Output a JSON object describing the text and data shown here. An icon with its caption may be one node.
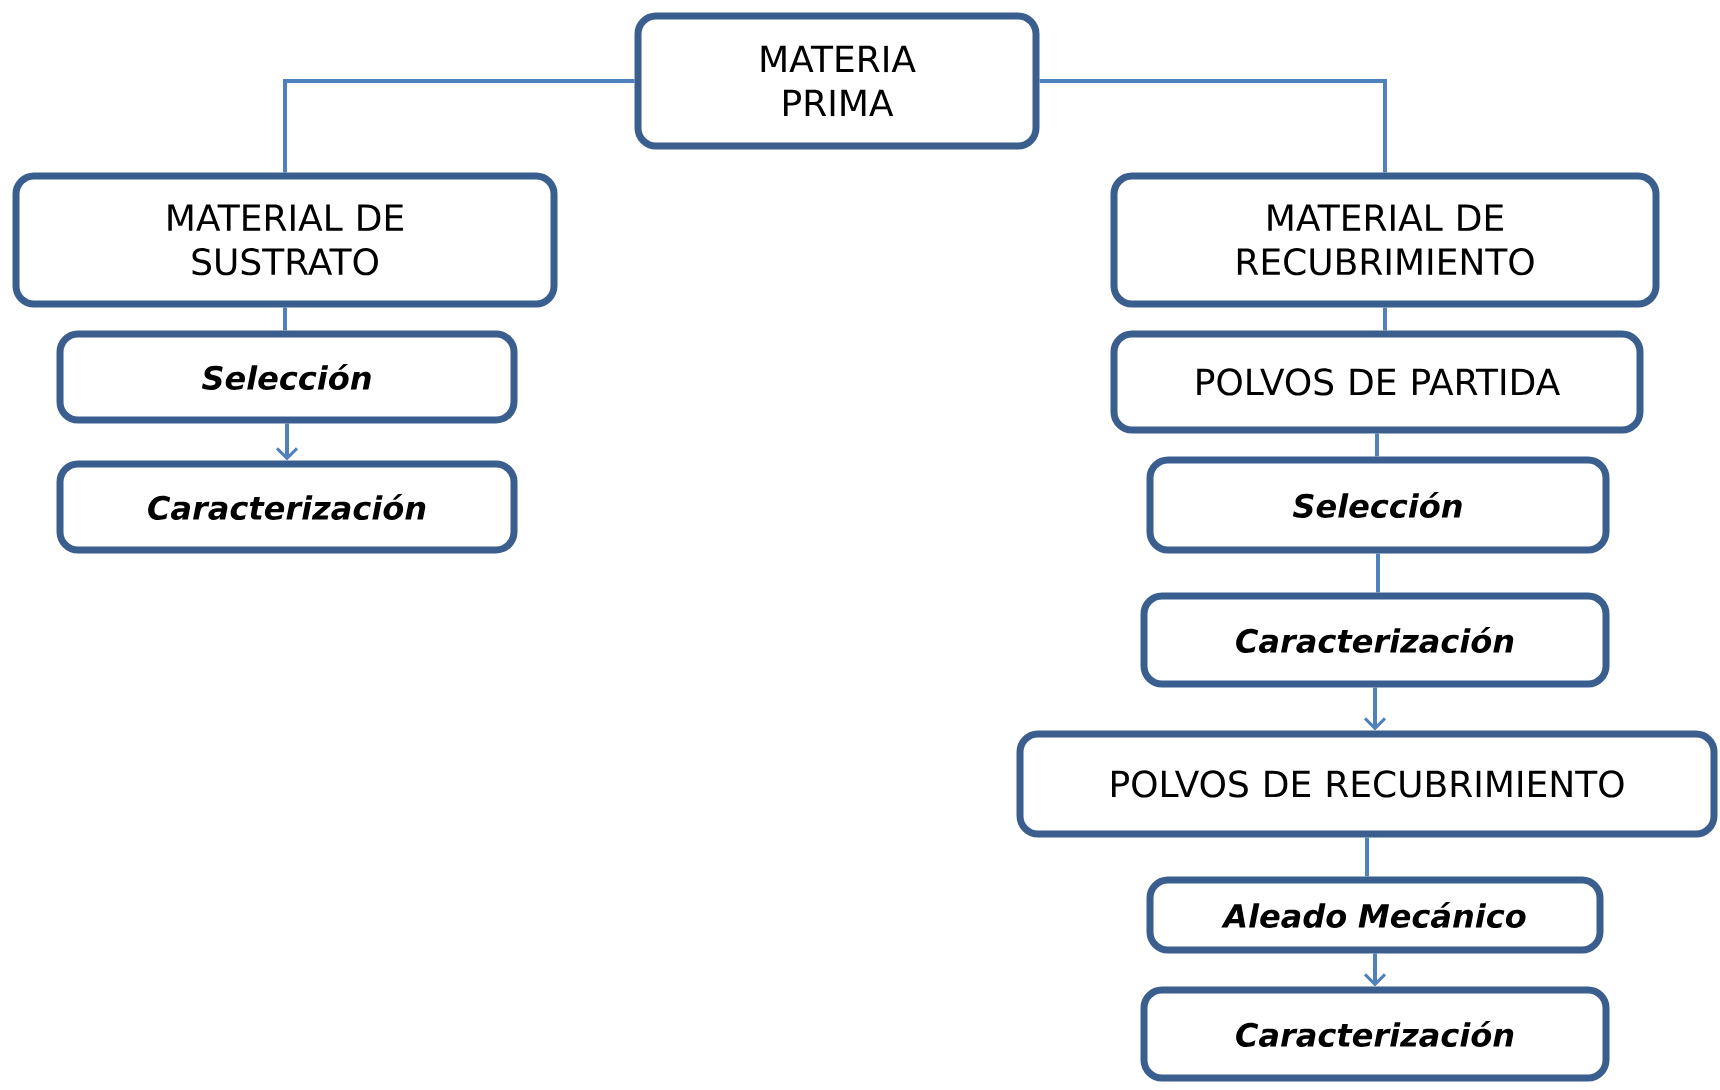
{
  "diagram": {
    "nodes": [
      {
        "text": [
          "MATERIA PRIMA"
        ]
      },
      {
        "text": [
          "MATERIAL DE SUSTRATO"
        ]
      },
      {
        "text": [
          "Selección"
        ]
      },
      {
        "text": [
          "Caracterización"
        ]
      },
      {
        "text": [
          "MATERIAL DE RECUBRIMIENTO"
        ]
      },
      {
        "text": [
          "POLVOS DE PARTIDA"
        ]
      },
      {
        "text": [
          "Selección"
        ]
      },
      {
        "text": [
          "Caracterización"
        ]
      },
      {
        "text": [
          "POLVOS DE RECUBRIMIENTO"
        ]
      },
      {
        "text": [
          "Aleado Mecánico"
        ]
      },
      {
        "text": [
          "Caracterización"
        ]
      }
    ],
    "edges": [
      {
        "from": 0,
        "to": 1,
        "arrow": "none"
      },
      {
        "from": 0,
        "to": 4,
        "arrow": "none"
      },
      {
        "from": 1,
        "to": 2,
        "arrow": "none"
      },
      {
        "from": 2,
        "to": 3,
        "arrow": "to"
      },
      {
        "from": 4,
        "to": 5,
        "arrow": "none"
      },
      {
        "from": 5,
        "to": 6,
        "arrow": "none"
      },
      {
        "from": 6,
        "to": 7,
        "arrow": "none"
      },
      {
        "from": 7,
        "to": 8,
        "arrow": "to"
      },
      {
        "from": 8,
        "to": 9,
        "arrow": "none"
      },
      {
        "from": 9,
        "to": 10,
        "arrow": "to"
      }
    ]
  }
}
